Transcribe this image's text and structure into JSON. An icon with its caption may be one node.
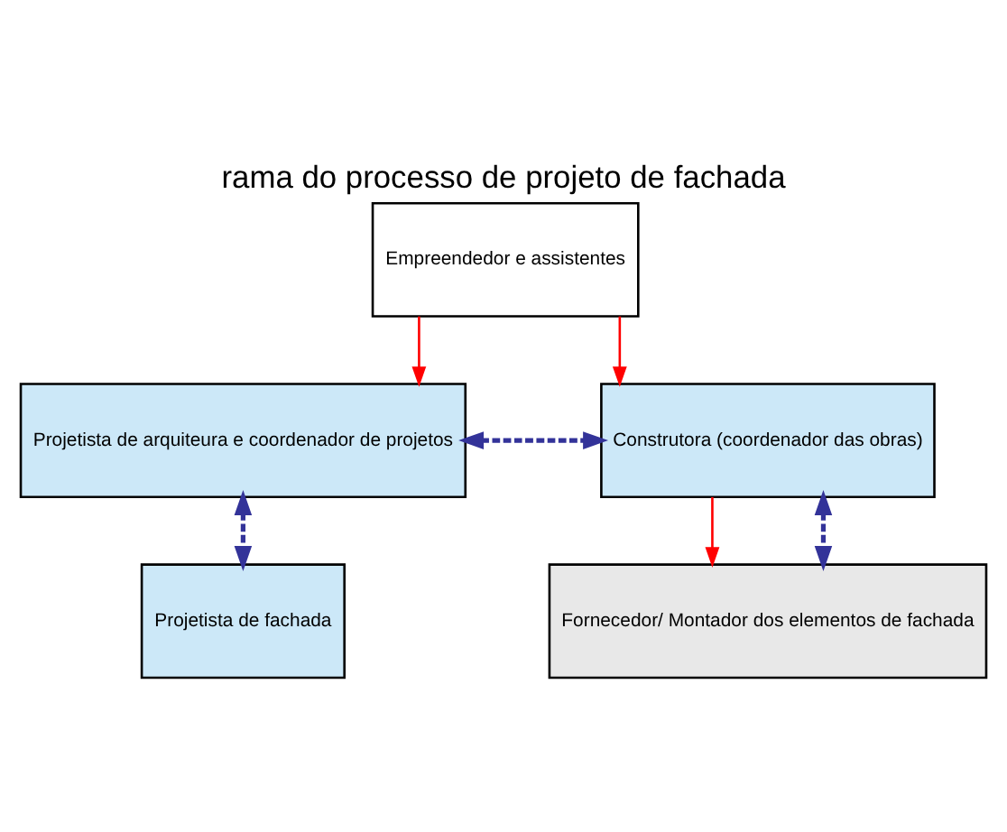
{
  "diagram": {
    "title": "rama do processo de projeto de fachada",
    "nodes": [
      {
        "text": [
          "Empreendedor e assistentes"
        ]
      },
      {
        "text": [
          "Projetista de arquiteura e coordenador de projetos"
        ]
      },
      {
        "text": [
          "Construtora (coordenador das obras)"
        ]
      },
      {
        "text": [
          "Projetista de fachada"
        ]
      },
      {
        "text": [
          "Fornecedor/ Montador dos elementos de fachada"
        ]
      }
    ],
    "edges": [
      {
        "from": 0,
        "to": 1,
        "arrow": "to"
      },
      {
        "from": 0,
        "to": 2,
        "arrow": "to"
      },
      {
        "from": 1,
        "to": 2,
        "arrow": "both",
        "style": "dashed",
        "color": "#333399"
      },
      {
        "from": 1,
        "to": 3,
        "arrow": "both",
        "style": "dashed",
        "color": "#333399"
      },
      {
        "from": 2,
        "to": 4,
        "arrow": "to"
      },
      {
        "from": 2,
        "to": 4,
        "arrow": "both",
        "style": "dashed",
        "color": "#333399"
      }
    ]
  }
}
